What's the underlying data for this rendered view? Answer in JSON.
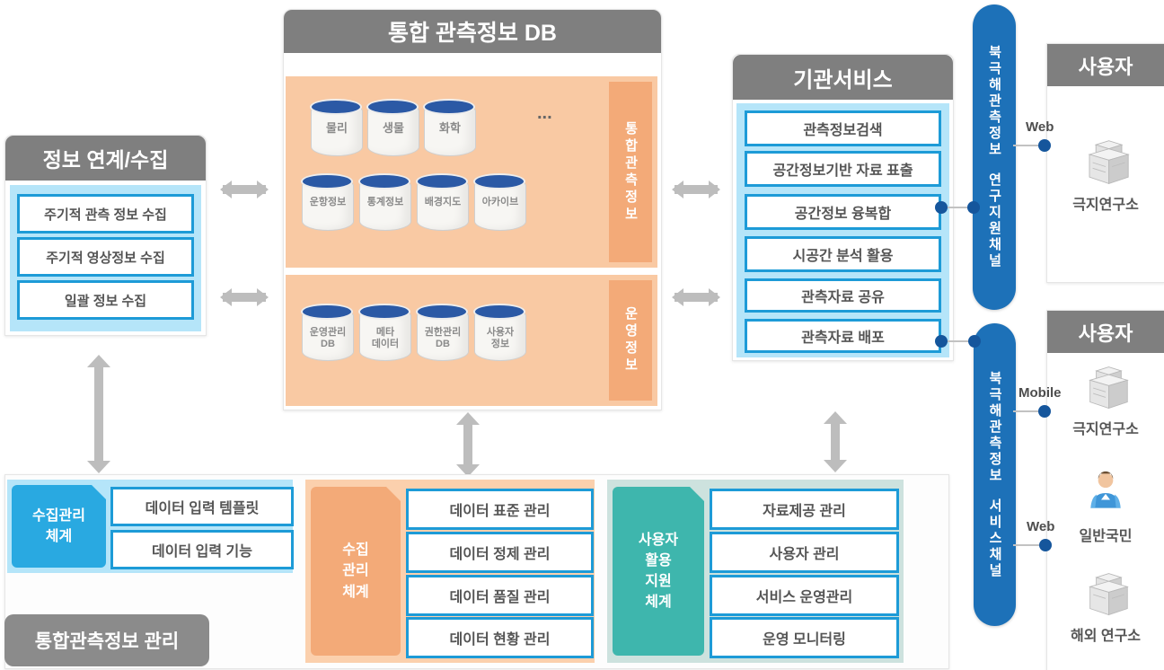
{
  "left_panel": {
    "title": "정보 연계/수집",
    "items": [
      "주기적 관측 정보 수집",
      "주기적 영상정보 수집",
      "일괄 정보 수집"
    ]
  },
  "db_panel": {
    "title": "통합 관측정보 DB",
    "observation": {
      "tab": "통합관측정보",
      "row1": [
        "물리",
        "생물",
        "화학"
      ],
      "ellipsis": "...",
      "row2": [
        "운항정보",
        "통계정보",
        "배경지도",
        "아카이브"
      ]
    },
    "operation": {
      "tab": "운영정보",
      "row": [
        "운영관리\nDB",
        "메타\n데이터",
        "권한관리\nDB",
        "사용자\n정보"
      ]
    }
  },
  "service_panel": {
    "title": "기관서비스",
    "items": [
      "관측정보검색",
      "공간정보기반 자료 표출",
      "공간정보 융복합",
      "시공간 분석 활용",
      "관측자료 공유",
      "관측자료 배포"
    ]
  },
  "channels": {
    "research": {
      "line1": "북극해관측정보",
      "line2": "연구지원채널",
      "access_label": "Web"
    },
    "service": {
      "line1": "북극해관측정보",
      "line2": "서비스채널",
      "access_labels": [
        "Mobile",
        "Web"
      ]
    }
  },
  "users_top": {
    "title": "사용자",
    "items": [
      {
        "name": "극지연구소",
        "icon": "building-icon"
      }
    ]
  },
  "users_bottom": {
    "title": "사용자",
    "items": [
      {
        "name": "극지연구소",
        "icon": "building-icon"
      },
      {
        "name": "일반국민",
        "icon": "person-icon"
      },
      {
        "name": "해외 연구소",
        "icon": "building-icon"
      }
    ]
  },
  "bottom": {
    "collect_input": {
      "tab": "수집관리\n체계",
      "items": [
        "데이터 입력 템플릿",
        "데이터 입력 기능"
      ]
    },
    "collect_manage": {
      "tab": "수집\n관리\n체계",
      "items": [
        "데이터 표준 관리",
        "데이터 정제 관리",
        "데이터 품질 관리",
        "데이터 현황 관리"
      ]
    },
    "user_support": {
      "tab": "사용자\n활용\n지원\n체계",
      "items": [
        "자료제공 관리",
        "사용자 관리",
        "서비스 운영관리",
        "운영 모니터링"
      ]
    },
    "footer_label": "통합관측정보 관리"
  },
  "colors": {
    "header_gray": "#7f7f7f",
    "light_blue": "#b5e5f9",
    "item_border_blue": "#1d9bd7",
    "orange_panel": "#f9c9a3",
    "orange_tab": "#f3aa78",
    "blue_tab": "#29a9e1",
    "teal_tab": "#3eb6ad",
    "pill_blue": "#1d71b8",
    "dot_blue": "#15569c",
    "arrow_gray": "#bdbdbd",
    "cylinder_top": "#2b59a5"
  }
}
